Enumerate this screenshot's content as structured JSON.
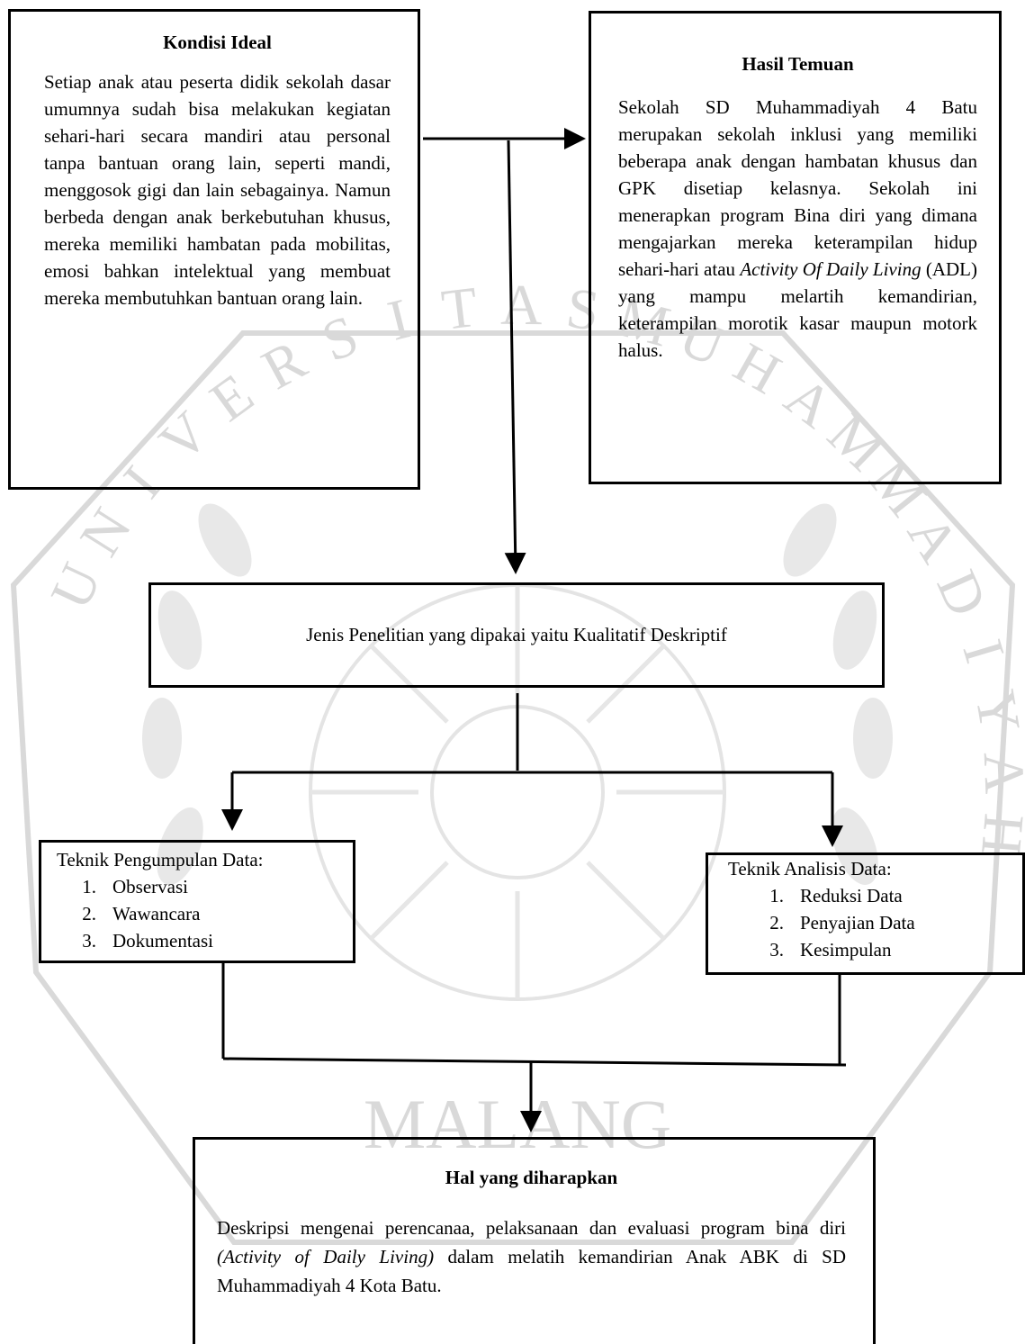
{
  "watermark": {
    "letters": [
      "U",
      "N",
      "I",
      "V",
      "E",
      "R",
      "S",
      "I",
      "T",
      "A",
      "S",
      "M",
      "U",
      "H",
      "A",
      "M",
      "M",
      "A",
      "D",
      "I",
      "Y",
      "A",
      "H"
    ],
    "bottom_text": "MALANG",
    "color": "#d9d9d9"
  },
  "kondisi_ideal": {
    "title": "Kondisi Ideal",
    "body": "Setiap anak atau peserta didik sekolah dasar umumnya sudah bisa melakukan kegiatan sehari-hari secara mandiri atau personal tanpa bantuan orang lain, seperti mandi, menggosok gigi dan lain sebagainya. Namun berbeda dengan anak berkebutuhan khusus, mereka memiliki hambatan pada mobilitas, emosi bahkan intelektual yang membuat mereka membutuhkan bantuan orang lain."
  },
  "hasil_temuan": {
    "title": "Hasil Temuan",
    "body_before": "Sekolah SD Muhammadiyah 4 Batu merupakan sekolah inklusi yang memiliki beberapa anak dengan hambatan khusus dan GPK disetiap kelasnya. Sekolah ini menerapkan program Bina diri yang dimana mengajarkan mereka keterampilan hidup sehari-hari atau ",
    "body_italic": "Activity Of Daily Living",
    "body_after": " (ADL) yang mampu melartih kemandirian, keterampilan morotik kasar maupun motork  halus."
  },
  "jenis_penelitian": {
    "text": "Jenis Penelitian yang dipakai yaitu Kualitatif Deskriptif"
  },
  "teknik_pengumpulan": {
    "title": "Teknik Pengumpulan Data:",
    "items": [
      {
        "num": "1.",
        "label": "Observasi"
      },
      {
        "num": "2.",
        "label": "Wawancara"
      },
      {
        "num": "3.",
        "label": "Dokumentasi"
      }
    ]
  },
  "teknik_analisis": {
    "title": "Teknik Analisis Data:",
    "items": [
      {
        "num": "1.",
        "label": "Reduksi Data"
      },
      {
        "num": "2.",
        "label": "Penyajian Data"
      },
      {
        "num": "3.",
        "label": "Kesimpulan"
      }
    ]
  },
  "hal_diharapkan": {
    "title": "Hal yang diharapkan",
    "body_before": "Deskripsi mengenai perencanaa, pelaksanaan dan evaluasi program bina diri ",
    "body_italic": "(Activity of Daily Living)",
    "body_after": " dalam melatih kemandirian Anak ABK di SD Muhammadiyah 4 Kota Batu."
  }
}
